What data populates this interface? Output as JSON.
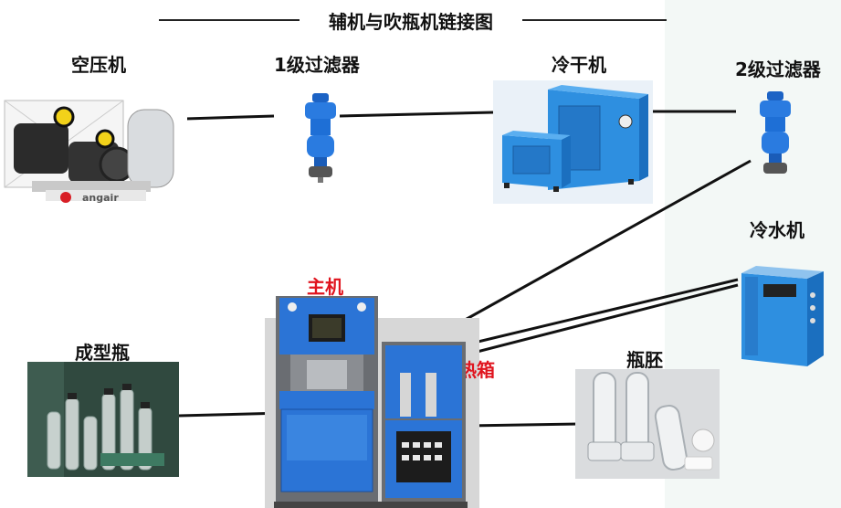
{
  "title": "辅机与吹瓶机链接图",
  "nodes": {
    "compressor": {
      "label": "空压机",
      "brand": "angair"
    },
    "filter1": {
      "label": "1级过滤器"
    },
    "dryer": {
      "label": "冷干机"
    },
    "filter2": {
      "label": "2级过滤器"
    },
    "chiller": {
      "label": "冷水机"
    },
    "main_machine": {
      "label": "主机"
    },
    "heater_box": {
      "label": "热箱"
    },
    "bottle": {
      "label": "成型瓶"
    },
    "preform": {
      "label": "瓶胚"
    }
  },
  "colors": {
    "machine_blue": "#1f6fd0",
    "label_red": "#e0141e",
    "line": "#111111"
  }
}
